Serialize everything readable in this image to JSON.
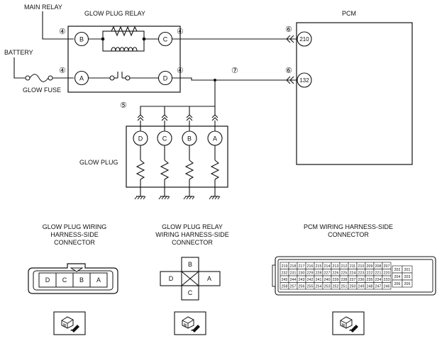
{
  "labels": {
    "main_relay": "MAIN RELAY",
    "battery": "BATTERY",
    "glow_fuse": "GLOW FUSE",
    "glow_plug_relay": "GLOW PLUG  RELAY",
    "pcm": "PCM",
    "glow_plug": "GLOW PLUG",
    "gp_conn_title": [
      "GLOW PLUG  WIRING",
      "HARNESS-SIDE",
      "CONNECTOR"
    ],
    "relay_conn_title": [
      "GLOW PLUG  RELAY",
      "WIRING HARNESS-SIDE",
      "CONNECTOR"
    ],
    "pcm_conn_title": [
      "PCM WIRING HARNESS-SIDE",
      "CONNECTOR"
    ]
  },
  "relay_terminals": {
    "b": "B",
    "c": "C",
    "a": "A",
    "d": "D"
  },
  "pcm_terminals": {
    "t210": "210",
    "t132": "132"
  },
  "circle_numbers": {
    "n4": "④",
    "n5": "⑤",
    "n6": "⑥",
    "n7": "⑦"
  },
  "glow_plugs": [
    "D",
    "C",
    "B",
    "A"
  ],
  "gp_connector_pins": [
    "D",
    "C",
    "B",
    "A"
  ],
  "relay_connector_pins": {
    "top": "B",
    "left": "D",
    "right": "A",
    "bottom": "C"
  },
  "pcm_connector": {
    "rows": [
      [
        "219",
        "218",
        "217",
        "216",
        "215",
        "214",
        "213",
        "212",
        "211",
        "210",
        "209",
        "208",
        "207"
      ],
      [
        "232",
        "231",
        "230",
        "229",
        "228",
        "227",
        "226",
        "225",
        "224",
        "223",
        "222",
        "221",
        "220"
      ],
      [
        "245",
        "244",
        "243",
        "242",
        "241",
        "240",
        "239",
        "238",
        "237",
        "236",
        "235",
        "234",
        "233"
      ],
      [
        "258",
        "257",
        "256",
        "255",
        "254",
        "253",
        "252",
        "251",
        "250",
        "249",
        "248",
        "247",
        "246"
      ]
    ],
    "side_rows": [
      [
        "202",
        "201"
      ],
      [
        "204",
        "203"
      ],
      [
        "206",
        "205"
      ]
    ]
  },
  "icons": [
    "connector-probe-icon",
    "ground-symbol-icon",
    "coil-icon",
    "resistor-icon",
    "fuse-icon",
    "switch-icon",
    "heater-element-icon"
  ]
}
